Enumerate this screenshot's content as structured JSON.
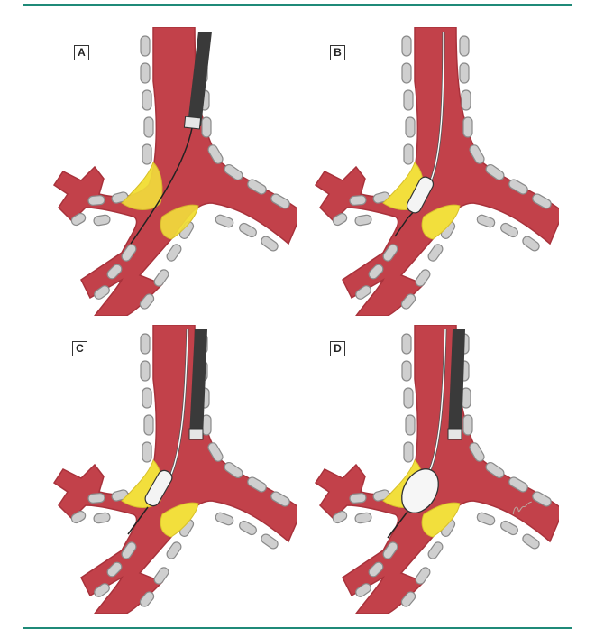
{
  "colors": {
    "tissue": "#c2414a",
    "tissue_outline": "#a8323b",
    "cartilage_fill": "#cfcfcf",
    "cartilage_stroke": "#8a8a8a",
    "node": "#f2df3c",
    "scope": "#3a3a3a",
    "frame_rule": "#1f8a78"
  },
  "panels": [
    {
      "label": "A",
      "stage": "scope-and-guidewire"
    },
    {
      "label": "B",
      "stage": "balloon-on-guidewire"
    },
    {
      "label": "C",
      "stage": "scope-alongside-balloon"
    },
    {
      "label": "D",
      "stage": "balloon-inflated"
    }
  ],
  "signature": "GDJ"
}
